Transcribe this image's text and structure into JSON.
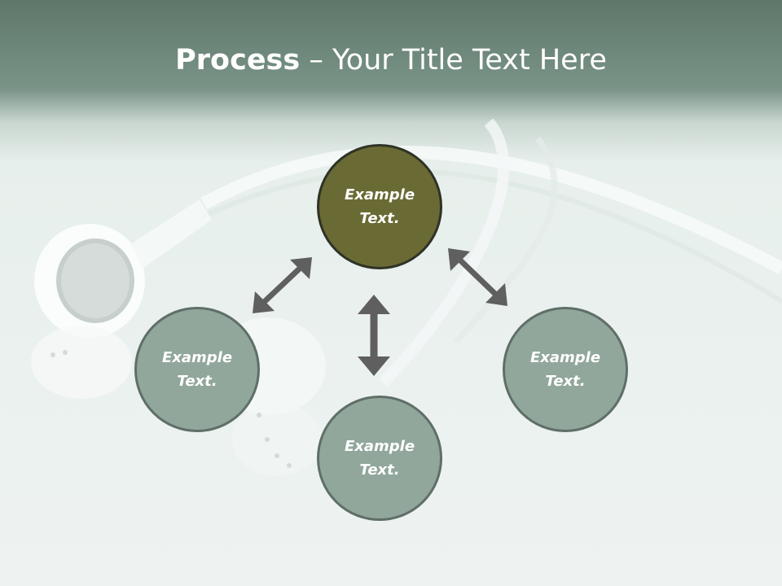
{
  "slide": {
    "title_bold": "Process",
    "title_rest": " – Your Title Text Here",
    "nodes": {
      "top": "Example Text.",
      "left": "Example Text.",
      "right": "Example Text.",
      "bottom": "Example Text."
    }
  },
  "colors": {
    "header": "#6f897d",
    "node_top": "#6a6a34",
    "node_other": "#91a79c",
    "arrow": "#5f5f5f"
  }
}
